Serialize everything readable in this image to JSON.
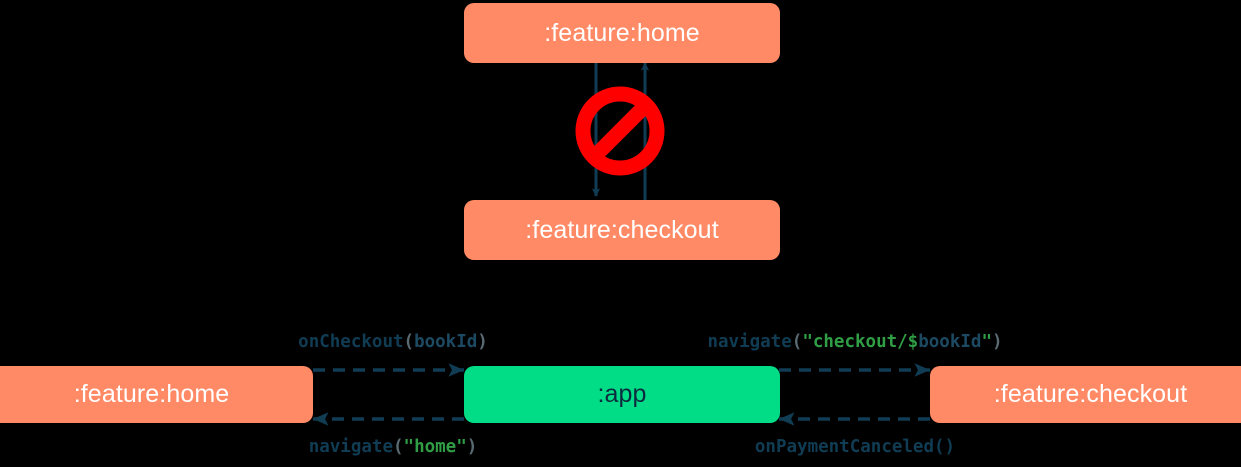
{
  "diagram": {
    "title": "navigation-module-dependency-diagram",
    "colors": {
      "background": "#000000",
      "node_salmon": "#ff8a65",
      "node_green": "#00dd86",
      "edge_navy": "#103c54",
      "forbidden_red": "#ff0000",
      "string_green": "#2f9e44",
      "punctuation_gray": "#5a6a72"
    },
    "top_section": {
      "nodes": [
        {
          "id": "home-top",
          "label": ":feature:home",
          "style": "salmon"
        },
        {
          "id": "checkout-top",
          "label": ":feature:checkout",
          "style": "salmon"
        }
      ],
      "forbidden_marker": {
        "icon": "no-entry-icon",
        "meaning": "forbidden-dependency"
      },
      "edges": [
        {
          "from": "home-top",
          "to": "checkout-top",
          "direction": "down",
          "label": ""
        },
        {
          "from": "checkout-top",
          "to": "home-top",
          "direction": "up",
          "label": ""
        }
      ]
    },
    "bottom_section": {
      "nodes": [
        {
          "id": "home-bottom",
          "label": ":feature:home",
          "style": "salmon"
        },
        {
          "id": "app",
          "label": ":app",
          "style": "green"
        },
        {
          "id": "checkout-bottom",
          "label": ":feature:checkout",
          "style": "salmon"
        }
      ],
      "edges": [
        {
          "id": "home-to-app",
          "from": "home-bottom",
          "to": "app",
          "direction": "right",
          "style": "dashed",
          "label_tokens": [
            {
              "text": "onCheckout",
              "kind": "fn"
            },
            {
              "text": "(",
              "kind": "punc"
            },
            {
              "text": "bookId",
              "kind": "arg"
            },
            {
              "text": ")",
              "kind": "punc"
            }
          ],
          "label_plain": "onCheckout(bookId)"
        },
        {
          "id": "app-to-checkout",
          "from": "app",
          "to": "checkout-bottom",
          "direction": "right",
          "style": "dashed",
          "label_tokens": [
            {
              "text": "navigate",
              "kind": "fn"
            },
            {
              "text": "(",
              "kind": "punc"
            },
            {
              "text": "\"checkout/$",
              "kind": "str"
            },
            {
              "text": "bookId",
              "kind": "arg"
            },
            {
              "text": "\"",
              "kind": "str"
            },
            {
              "text": ")",
              "kind": "punc"
            }
          ],
          "label_plain": "navigate(\"checkout/$bookId\")"
        },
        {
          "id": "app-to-home",
          "from": "app",
          "to": "home-bottom",
          "direction": "left",
          "style": "dashed",
          "label_tokens": [
            {
              "text": "navigate",
              "kind": "fn"
            },
            {
              "text": "(",
              "kind": "punc"
            },
            {
              "text": "\"home\"",
              "kind": "str"
            },
            {
              "text": ")",
              "kind": "punc"
            }
          ],
          "label_plain": "navigate(\"home\")"
        },
        {
          "id": "checkout-to-app",
          "from": "checkout-bottom",
          "to": "app",
          "direction": "left",
          "style": "dashed",
          "label_tokens": [
            {
              "text": "onPaymentCanceled",
              "kind": "fn"
            },
            {
              "text": "()",
              "kind": "fn"
            }
          ],
          "label_plain": "onPaymentCanceled()"
        }
      ]
    }
  }
}
